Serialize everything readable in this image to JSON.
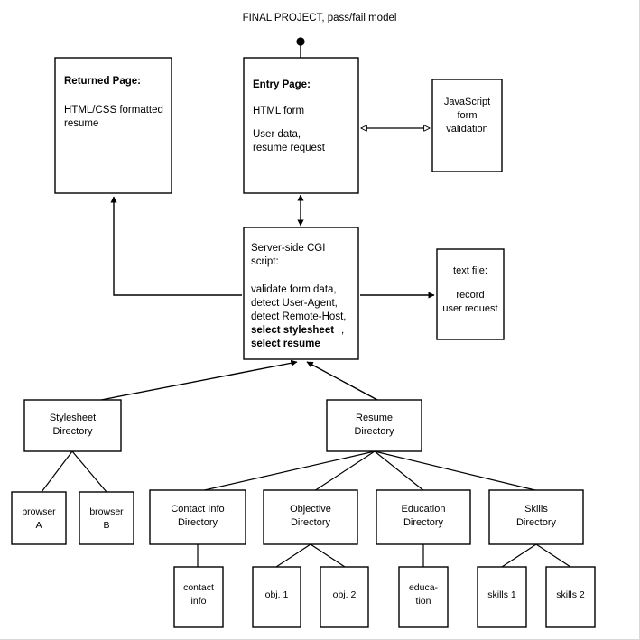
{
  "diagram": {
    "title": "FINAL PROJECT, pass/fail model",
    "type": "flowchart",
    "background_color": "#ffffff",
    "line_color": "#000000",
    "text_color": "#000000"
  },
  "nodes": {
    "returned_page": {
      "heading": "Returned Page:",
      "line1": "HTML/CSS formatted",
      "line2": "resume"
    },
    "entry_page": {
      "heading": "Entry Page:",
      "line1": "HTML form",
      "line2": "User data,",
      "line3": "resume request"
    },
    "javascript_validation": {
      "line1": "JavaScript",
      "line2": "form",
      "line3": "validation"
    },
    "cgi_script": {
      "heading1": "Server-side CGI",
      "heading2": "script:",
      "line1": "validate form data,",
      "line2": "detect User-Agent,",
      "line3": "detect Remote-Host,",
      "line4_bold": "select stylesheet",
      "line4_tail": ",",
      "line5_bold": "select resume"
    },
    "text_file": {
      "line1": "text file:",
      "line2": "record",
      "line3": "user request"
    },
    "stylesheet_directory": {
      "line1": "Stylesheet",
      "line2": "Directory"
    },
    "resume_directory": {
      "line1": "Resume",
      "line2": "Directory"
    },
    "browser_a": {
      "line1": "browser",
      "line2": "A"
    },
    "browser_b": {
      "line1": "browser",
      "line2": "B"
    },
    "contact_info_directory": {
      "line1": "Contact Info",
      "line2": "Directory"
    },
    "objective_directory": {
      "line1": "Objective",
      "line2": "Directory"
    },
    "education_directory": {
      "line1": "Education",
      "line2": "Directory"
    },
    "skills_directory": {
      "line1": "Skills",
      "line2": "Directory"
    },
    "contact_info_file": {
      "line1": "contact",
      "line2": "info"
    },
    "obj_1": {
      "line1": "obj. 1"
    },
    "obj_2": {
      "line1": "obj. 2"
    },
    "education_file": {
      "line1": "educa-",
      "line2": "tion"
    },
    "skills_1": {
      "line1": "skills 1"
    },
    "skills_2": {
      "line1": "skills 2"
    }
  }
}
